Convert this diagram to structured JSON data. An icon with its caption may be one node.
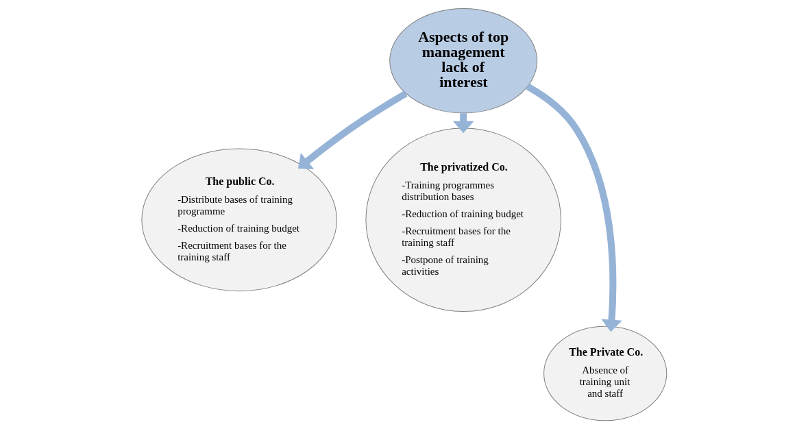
{
  "diagram": {
    "nodes": [
      {
        "text": [
          "Aspects of top management lack of interest"
        ]
      },
      {
        "text": [
          "The public Co.",
          "-Distribute bases of training programme",
          "-Reduction of training budget",
          "-Recruitment bases for the training staff"
        ]
      },
      {
        "text": [
          "The privatized Co.",
          "-Training programmes distribution bases",
          "-Reduction of training budget",
          "-Recruitment bases for the training staff",
          "-Postpone of training activities"
        ]
      },
      {
        "text": [
          "The Private Co.",
          "Absence of training unit and staff"
        ]
      }
    ],
    "edges": [
      {
        "from": 0,
        "to": 1,
        "arrow": "to"
      },
      {
        "from": 0,
        "to": 3,
        "arrow": "to"
      },
      {
        "from": 0,
        "to": 2,
        "arrow": "to"
      }
    ]
  }
}
